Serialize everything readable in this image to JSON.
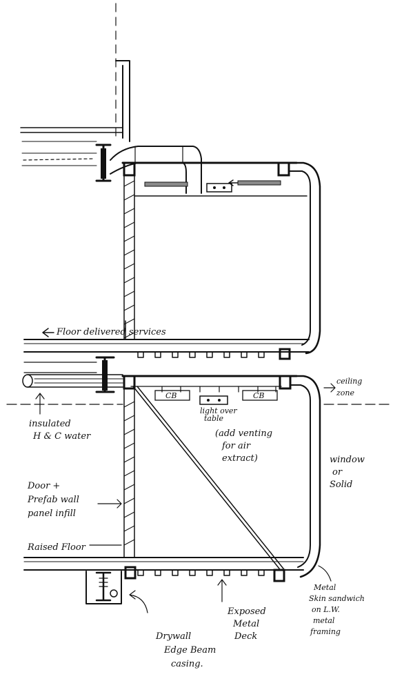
{
  "labels": {
    "floor_services": "Floor delivered services",
    "ceiling_zone": [
      "ceiling",
      "zone"
    ],
    "cb_left": "CB",
    "cb_right": "CB",
    "light_over_table": [
      "light over",
      "table"
    ],
    "add_venting": [
      "(add venting",
      "for air",
      "extract)"
    ],
    "insulated_water": [
      "insulated",
      "H & C water"
    ],
    "window_or_solid": [
      "window",
      "or",
      "Solid"
    ],
    "door_prefab": [
      "Door +",
      "Prefab wall",
      "panel infill"
    ],
    "raised_floor": "Raised Floor",
    "metal_skin": [
      "Metal",
      "Skin sandwich",
      "on L.W.",
      "metal",
      "framing"
    ],
    "exposed_deck": [
      "Exposed",
      "Metal",
      "Deck"
    ],
    "drywall_casing": [
      "Drywall",
      "Edge Beam",
      "casing."
    ]
  },
  "colors": {
    "ink": "#111111",
    "paper": "#ffffff",
    "grey_duct": "#8a8a8a"
  }
}
